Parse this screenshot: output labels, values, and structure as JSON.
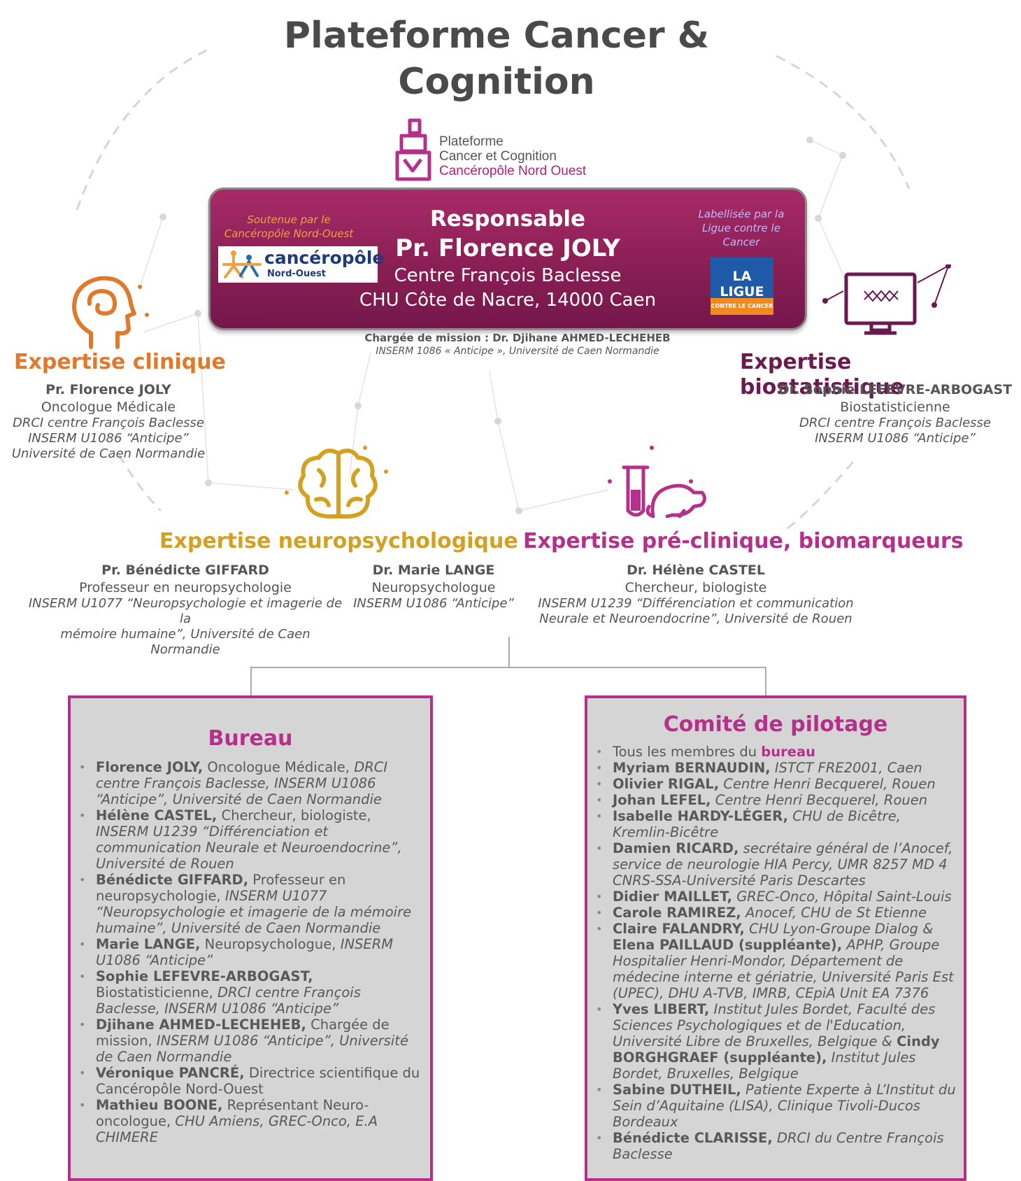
{
  "title": "Plateforme Cancer & Cognition",
  "top_logo": {
    "line1": "Plateforme",
    "line2": "Cancer et Cognition",
    "line3": "Cancéropôle Nord Ouest"
  },
  "banner": {
    "heading": "Responsable",
    "name": "Pr.  Florence JOLY",
    "center": "Centre François Baclesse",
    "address": "CHU Côte de Nacre, 14000 Caen",
    "left_note": "Soutenue par le Cancéropôle Nord-Ouest",
    "left_logo_main": "cancéropôle",
    "left_logo_sub": "Nord-Ouest",
    "right_note": "Labellisée par la Ligue contre le Cancer",
    "right_logo_main": "LA LIGUE",
    "right_logo_sub": "CONTRE LE CANCER"
  },
  "mission": {
    "line1": "Chargée de mission : Dr. Djihane AHMED-LECHEHEB",
    "line2": "INSERM 1086 « Anticipe », Université de Caen Normandie"
  },
  "clinique": {
    "title": "Expertise clinique",
    "name": "Pr. Florence JOLY",
    "role": "Oncologue Médicale",
    "aff1": "DRCI centre François Baclesse",
    "aff2": "INSERM U1086 “Anticipe”",
    "aff3": "Université de Caen Normandie"
  },
  "biostat": {
    "title": "Expertise biostatistique",
    "name": "Dr. Sophie LEFEVRE-ARBOGAST",
    "role": "Biostatisticienne",
    "aff1": "DRCI centre François Baclesse",
    "aff2": "INSERM U1086 “Anticipe”"
  },
  "neuro": {
    "title": "Expertise neuropsychologique",
    "p1_name": "Pr. Bénédicte GIFFARD",
    "p1_role": "Professeur en neuropsychologie",
    "p1_aff1": "INSERM U1077 “Neuropsychologie et imagerie de la",
    "p1_aff2": "mémoire humaine”, Université de Caen Normandie",
    "p2_name": "Dr. Marie LANGE",
    "p2_role": "Neuropsychologue",
    "p2_aff1": "INSERM U1086 “Anticipe”"
  },
  "preclin": {
    "title": "Expertise pré-clinique, biomarqueurs",
    "name": "Dr. Hélène CASTEL",
    "role": "Chercheur, biologiste",
    "aff1": "INSERM U1239 “Différenciation et communication",
    "aff2": "Neurale et Neuroendocrine”, Université de Rouen"
  },
  "bureau": {
    "title": "Bureau",
    "items": [
      {
        "name": "Florence JOLY,",
        "plain": " Oncologue Médicale, ",
        "ital": "DRCI centre François Baclesse, INSERM U1086 “Anticipe”, Université de Caen Normandie"
      },
      {
        "name": "Hélène CASTEL,",
        "plain": " Chercheur, biologiste, ",
        "ital": "INSERM U1239 “Différenciation et communication Neurale et Neuroendocrine”, Université de Rouen"
      },
      {
        "name": "Bénédicte GIFFARD,",
        "plain": " Professeur en neuropsychologie, ",
        "ital": "INSERM U1077 “Neuropsychologie et imagerie de la mémoire humaine”, Université de Caen Normandie"
      },
      {
        "name": "Marie LANGE,",
        "plain": " Neuropsychologue, ",
        "ital": "INSERM U1086 “Anticipe”"
      },
      {
        "name": "Sophie LEFEVRE-ARBOGAST,",
        "plain": " Biostatisticienne, ",
        "ital": "DRCI centre François Baclesse, INSERM U1086 “Anticipe”"
      },
      {
        "name": "Djihane AHMED-LECHEHEB,",
        "plain": " Chargée de mission, ",
        "ital": "INSERM U1086 “Anticipe”, Université de Caen Normandie"
      },
      {
        "name": "Véronique PANCRÉ,",
        "plain": " Directrice scientifique du Cancéropôle Nord-Ouest",
        "ital": ""
      },
      {
        "name": "Mathieu BOONE,",
        "plain": " Représentant Neuro-oncologue, ",
        "ital": "CHU Amiens, GREC-Onco, E.A CHIMERE"
      }
    ]
  },
  "comite": {
    "title": "Comité de pilotage",
    "first_plain": "Tous les membres du ",
    "first_pink": "bureau",
    "items": [
      {
        "name": "Myriam BERNAUDIN,",
        "ital": " ISTCT FRE2001, Caen"
      },
      {
        "name": "Olivier RIGAL,",
        "ital": " Centre Henri Becquerel, Rouen"
      },
      {
        "name": "Johan LEFEL,",
        "ital": " Centre Henri Becquerel, Rouen"
      },
      {
        "name": "Isabelle HARDY-LÉGER,",
        "ital": " CHU de Bicêtre, Kremlin-Bicêtre"
      },
      {
        "name": "Damien RICARD,",
        "ital": " secrétaire général de l’Anocef, service de neurologie HIA Percy, UMR 8257 MD 4 CNRS-SSA-Université Paris Descartes"
      },
      {
        "name": "Didier MAILLET,",
        "ital": " GREC-Onco, Hôpital Saint-Louis"
      },
      {
        "name": "Carole RAMIREZ,",
        "ital": " Anocef, CHU de St Etienne"
      },
      {
        "name": "Claire FALANDRY,",
        "ital": " CHU Lyon-Groupe Dialog & ",
        "name2": "Elena PAILLAUD (suppléante),",
        "ital2": " APHP, Groupe Hospitalier Henri-Mondor, Département de médecine interne et gériatrie, Université Paris Est (UPEC), DHU A-TVB, IMRB, CEpiA Unit EA 7376"
      },
      {
        "name": "Yves LIBERT,",
        "ital": " Institut Jules Bordet, Faculté des Sciences Psychologiques et de l'Education, Université Libre de Bruxelles, Belgique & ",
        "name2": "Cindy BORGHGRAEF (suppléante),",
        "ital2": " Institut Jules Bordet, Bruxelles, Belgique"
      },
      {
        "name": "Sabine DUTHEIL,",
        "ital": " Patiente Experte à L’Institut du Sein d’Aquitaine (LISA), Clinique Tivoli-Ducos Bordeaux"
      },
      {
        "name": "Bénédicte CLARISSE,",
        "ital": " DRCI du Centre François Baclesse"
      }
    ]
  },
  "colors": {
    "accent_magenta": "#b5308b",
    "banner": "#8a1f55",
    "orange": "#e07a2a",
    "gold": "#d4a020",
    "plum": "#6b1a4f"
  }
}
